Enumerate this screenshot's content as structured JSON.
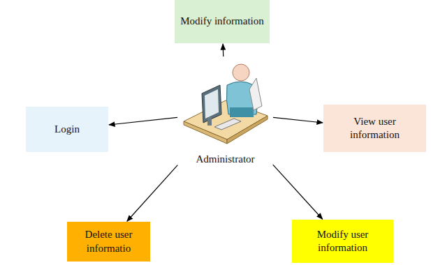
{
  "diagram": {
    "nodes": [
      {
        "text": [
          "Modify information"
        ]
      },
      {
        "text": [
          "Login"
        ]
      },
      {
        "text": [
          "Administrator"
        ]
      },
      {
        "text": [
          "View user information"
        ]
      },
      {
        "text": [
          "Delete user informatio"
        ]
      },
      {
        "text": [
          "Modify user information"
        ]
      }
    ],
    "edges": [
      {
        "from": 2,
        "to": 0,
        "arrow": "to"
      },
      {
        "from": 2,
        "to": 1,
        "arrow": "to"
      },
      {
        "from": 2,
        "to": 3,
        "arrow": "to"
      },
      {
        "from": 2,
        "to": 4,
        "arrow": "to"
      },
      {
        "from": 2,
        "to": 5,
        "arrow": "to"
      }
    ]
  }
}
